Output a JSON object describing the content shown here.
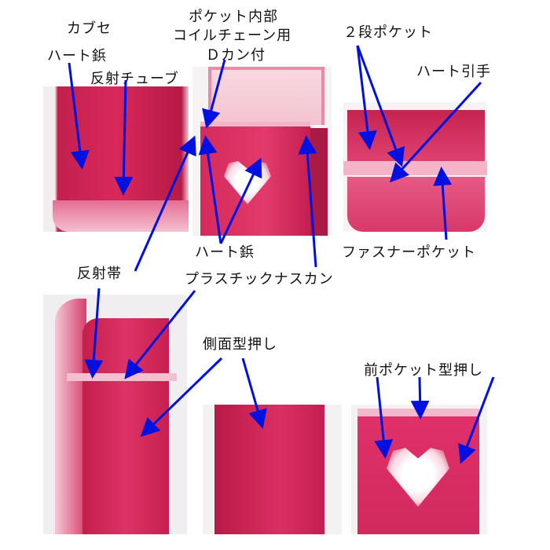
{
  "labels": {
    "kabuse": "カブセ",
    "pocket_inner_1": "ポケット内部",
    "pocket_inner_2": "コイルチェーン用",
    "pocket_inner_3": "Ｄカン付",
    "two_stage_pocket": "２段ポケット",
    "heart_rivet_top": "ハート鋲",
    "heart_pull": "ハート引手",
    "reflective_tube": "反射チューブ",
    "heart_rivet_mid": "ハート鋲",
    "zipper_pocket": "ファスナーポケット",
    "reflective_band": "反射帯",
    "plastic_hook": "プラスチックナスカン",
    "side_emboss": "側面型押し",
    "front_pocket_emboss": "前ポケット型押し"
  },
  "colors": {
    "arrow": "#0010e0",
    "bag": "#d62a5c",
    "trim": "#f4b8cb"
  }
}
